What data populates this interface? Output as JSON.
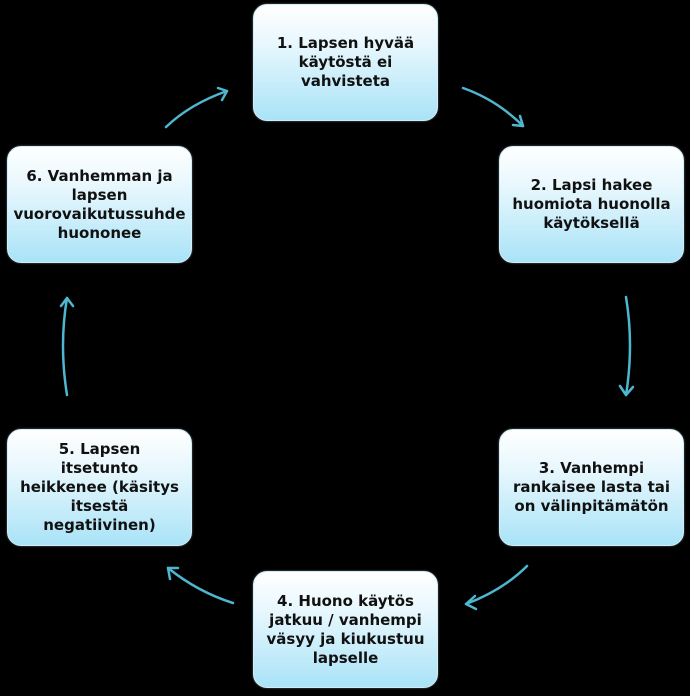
{
  "nodes": [
    {
      "id": "n1",
      "label": "1. Lapsen hyvää\nkäytöstä ei\nvahvisteta"
    },
    {
      "id": "n2",
      "label": "2. Lapsi hakee\nhuomiota huonolla\nkäytöksellä"
    },
    {
      "id": "n3",
      "label": "3. Vanhempi\nrankaisee lasta tai\non välinpitämätön"
    },
    {
      "id": "n4",
      "label": "4. Huono käytös\njatkuu / vanhempi\nväsyy ja kiukustuu\nlapselle"
    },
    {
      "id": "n5",
      "label": "5. Lapsen itsetunto\nheikkenee (käsitys\nitsestä negatiivinen)"
    },
    {
      "id": "n6",
      "label": "6. Vanhemman ja\nlapsen\nvuorovaikutussuhde\nhuononee"
    }
  ],
  "edges": [
    {
      "from": "n1",
      "to": "n2"
    },
    {
      "from": "n2",
      "to": "n3"
    },
    {
      "from": "n3",
      "to": "n4"
    },
    {
      "from": "n4",
      "to": "n5"
    },
    {
      "from": "n5",
      "to": "n6"
    },
    {
      "from": "n6",
      "to": "n1"
    }
  ],
  "colors": {
    "background": "#000000",
    "node_fill_top": "#ffffff",
    "node_fill_bottom": "#a9e3f7",
    "arrow": "#4fb6cf",
    "text": "#111111"
  }
}
